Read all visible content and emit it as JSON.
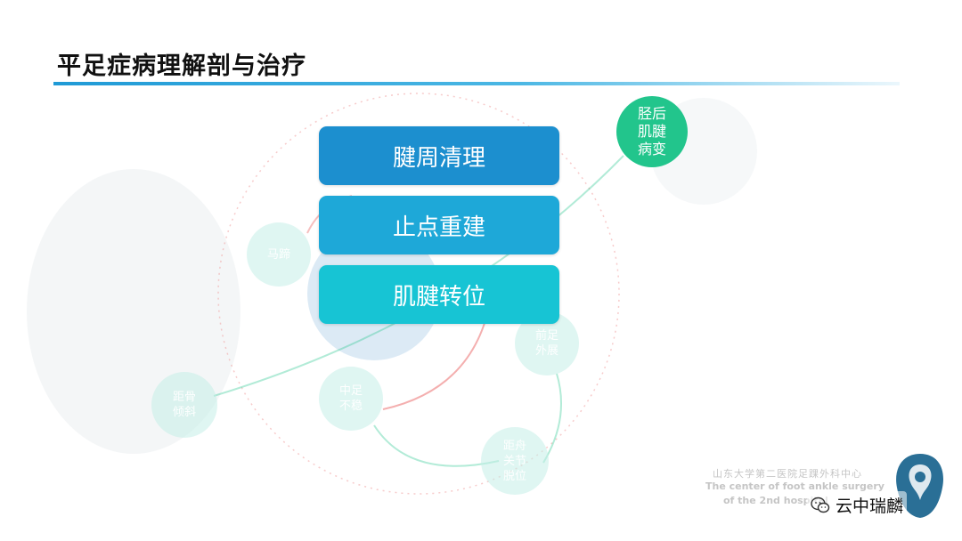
{
  "title": "平足症病理解剖与治疗",
  "center_boxes": [
    "腱周清理",
    "止点重建",
    "肌腱转位"
  ],
  "highlight_node": {
    "lines": [
      "胫后",
      "肌腱",
      "病变"
    ],
    "color": "#22c58c"
  },
  "faded_nodes": [
    {
      "lines": [
        "马蹄"
      ]
    },
    {
      "lines": [
        "前足",
        "外展"
      ]
    },
    {
      "lines": [
        "中足",
        "不稳"
      ]
    },
    {
      "lines": [
        "距骨",
        "倾斜"
      ]
    },
    {
      "lines": [
        "距舟",
        "关节",
        "脱位"
      ]
    }
  ],
  "watermark": {
    "cn": "山东大学第二医院足踝外科中心",
    "en_line1": "The center of foot ankle surgery",
    "en_line2": "of the 2nd hospital"
  },
  "wechat": {
    "label": "云中瑞麟",
    "icon": "wechat-icon"
  },
  "colors": {
    "title_underline": "#1f9ad6",
    "box1": "#1c8fcf",
    "box2": "#1ea8d8",
    "box3": "#17c4d4",
    "logo": "#2a6f96"
  }
}
